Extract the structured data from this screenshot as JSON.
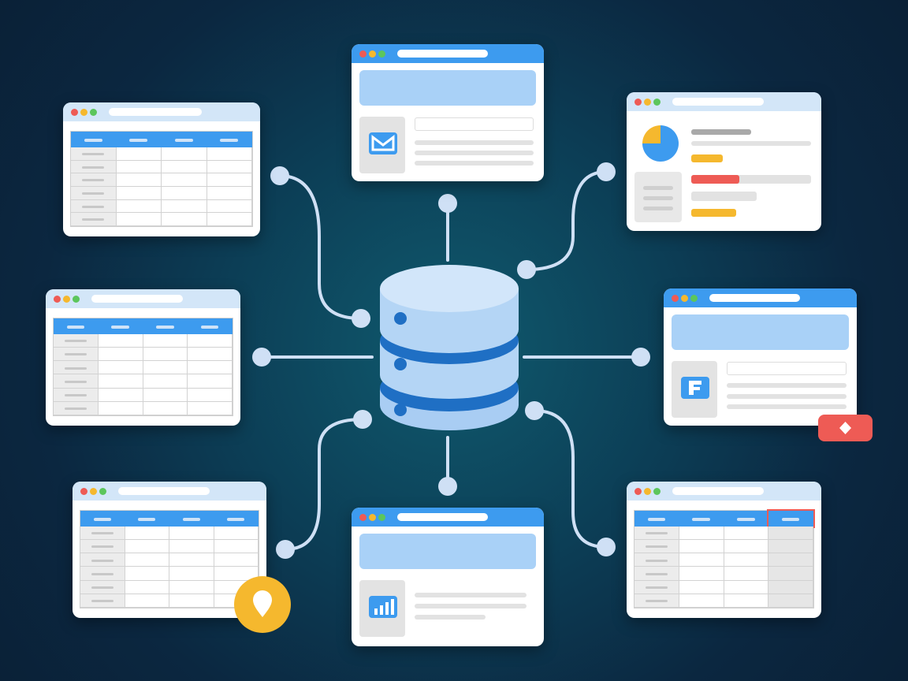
{
  "diagram": {
    "title": "",
    "central_node": "database-icon",
    "nodes": [
      {
        "id": "table-top-left",
        "kind": "table-window"
      },
      {
        "id": "table-mid-left",
        "kind": "table-window"
      },
      {
        "id": "table-bottom-left",
        "kind": "table-window",
        "badge": "location-pin-icon"
      },
      {
        "id": "email-card-top",
        "kind": "content-window",
        "icon": "mail-icon"
      },
      {
        "id": "dashboard-top-right",
        "kind": "dashboard-window",
        "icon": "pie-chart-icon"
      },
      {
        "id": "form-card-mid-right",
        "kind": "content-window",
        "icon": "form-app-icon",
        "badge": "diamond-icon"
      },
      {
        "id": "chart-card-bottom",
        "kind": "content-window",
        "icon": "bar-chart-icon"
      },
      {
        "id": "table-bottom-right",
        "kind": "table-window",
        "highlight": "last-column"
      }
    ]
  },
  "colors": {
    "accent": "#3d9bef",
    "light_accent": "#a9d1f7",
    "wire": "#cfe0f5",
    "dot_red": "#ee5b55",
    "dot_yellow": "#f5b82e",
    "dot_green": "#5cc65c",
    "warning": "#f5b82e",
    "danger": "#ee5b55"
  }
}
